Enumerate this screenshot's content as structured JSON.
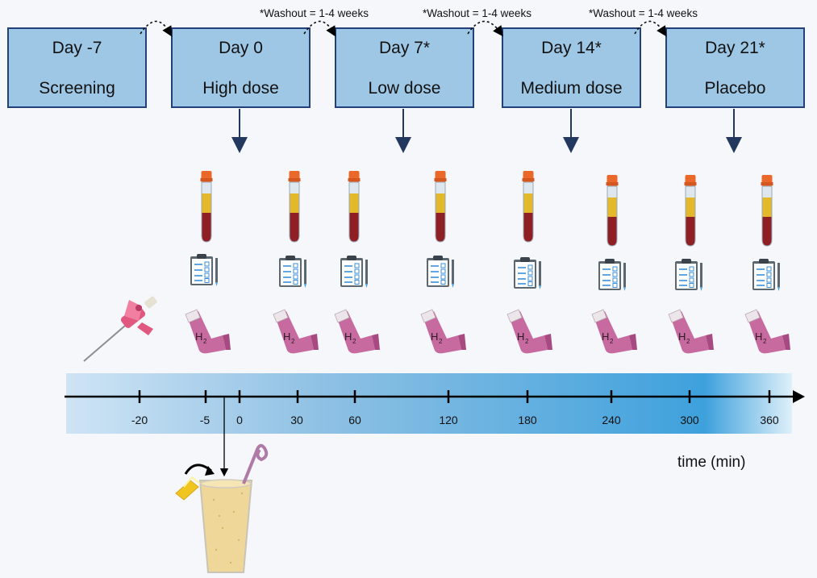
{
  "phases": [
    {
      "day": "Day -7",
      "label": "Screening"
    },
    {
      "day": "Day 0",
      "label": "High dose"
    },
    {
      "day": "Day 7*",
      "label": "Low dose"
    },
    {
      "day": "Day 14*",
      "label": "Medium dose"
    },
    {
      "day": "Day 21*",
      "label": "Placebo"
    }
  ],
  "washouts": [
    "*Washout = 1-4 weeks",
    "*Washout = 1-4 weeks",
    "*Washout = 1-4 weeks"
  ],
  "timeline": {
    "ticks": [
      "-20",
      "-5",
      "0",
      "30",
      "60",
      "120",
      "180",
      "240",
      "300",
      "360"
    ],
    "axis_title": "time (min)"
  },
  "icons": {
    "tube": "blood-tube-icon",
    "clipboard": "questionnaire-clipboard-icon",
    "inhaler": "breath-test-inhaler-icon",
    "inhaler_text": "H₂",
    "cannula": "iv-cannula-icon",
    "drink": "test-drink-glass-icon"
  },
  "colors": {
    "box_fill": "#9ec7e6",
    "box_border": "#23407a",
    "arrow": "#23385f",
    "axis": "#000000",
    "band_light": "#d3e6f5",
    "band_dark": "#3ea1dc",
    "tube_cap": "#e9682a",
    "plasma": "#e3b82b",
    "blood": "#8e1f24",
    "inhaler": "#c76aa0",
    "drink": "#efd79a"
  }
}
